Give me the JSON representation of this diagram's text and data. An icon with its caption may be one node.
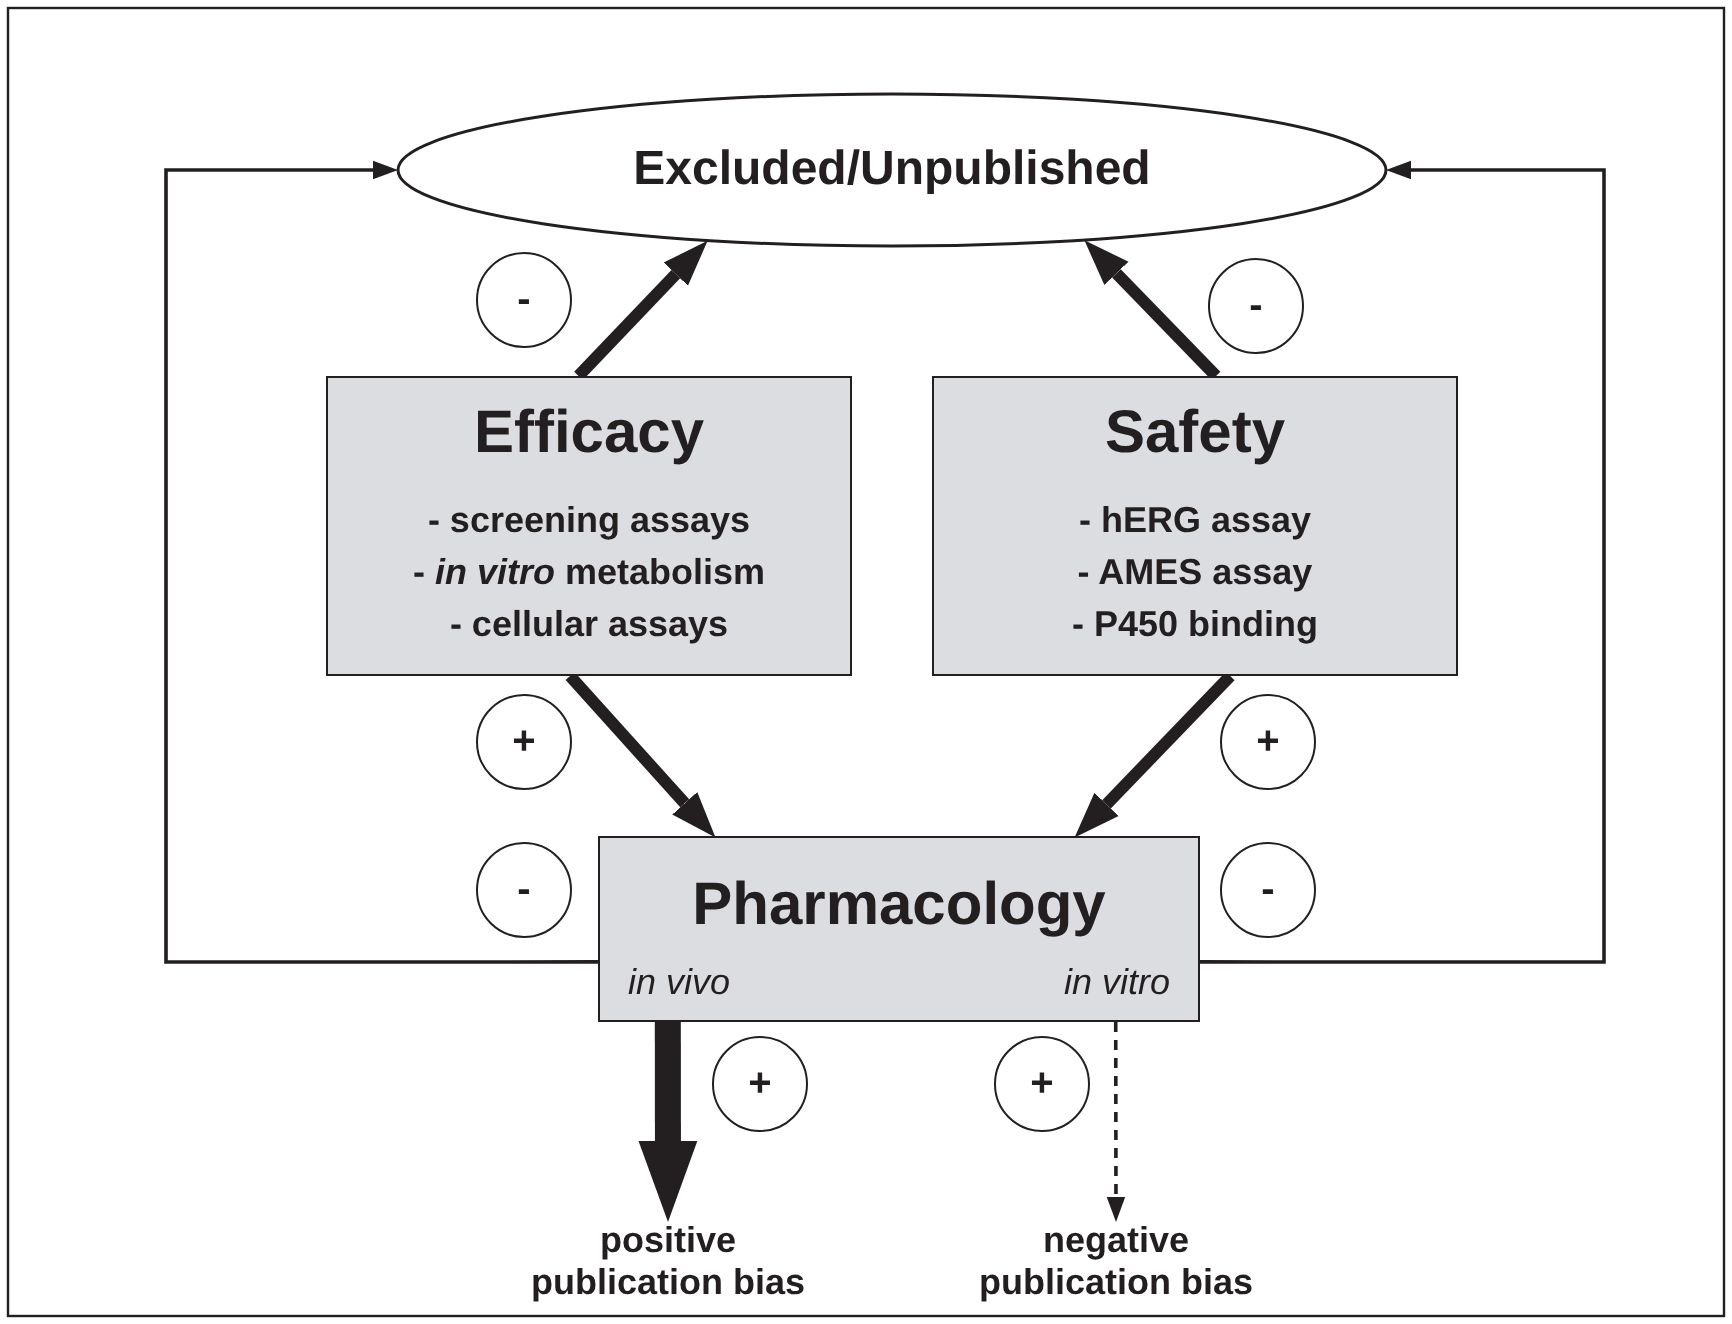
{
  "diagram": {
    "nodes": [
      {
        "text": [
          "Excluded/Unpublished"
        ]
      },
      {
        "text": [
          "-"
        ]
      },
      {
        "text": [
          "-"
        ]
      },
      {
        "text": [
          "Efficacy",
          "- screening assays",
          "- *in vitro* metabolism",
          "- cellular assays"
        ]
      },
      {
        "text": [
          "Safety",
          "- hERG assay",
          "- AMES assay",
          "- P450 binding"
        ]
      },
      {
        "text": [
          "+"
        ]
      },
      {
        "text": [
          "+"
        ]
      },
      {
        "text": [
          "-"
        ]
      },
      {
        "text": [
          "Pharmacology",
          "in vivo",
          "in vitro"
        ]
      },
      {
        "text": [
          "-"
        ]
      },
      {
        "text": [
          "+"
        ]
      },
      {
        "text": [
          "+"
        ]
      },
      {
        "text": [
          "positive publication bias"
        ]
      },
      {
        "text": [
          "negative publication bias"
        ]
      }
    ],
    "edges": [
      {
        "from": 3,
        "to": 0,
        "arrow": "to"
      },
      {
        "from": 4,
        "to": 0,
        "arrow": "to"
      },
      {
        "from": 3,
        "to": 8,
        "arrow": "to"
      },
      {
        "from": 4,
        "to": 8,
        "arrow": "to"
      },
      {
        "from": 8,
        "to": 0,
        "arrow": "to"
      },
      {
        "from": 8,
        "to": 0,
        "arrow": "to"
      },
      {
        "from": 8,
        "to": 12,
        "arrow": "to",
        "style": "thick"
      },
      {
        "from": 8,
        "to": 13,
        "arrow": "to",
        "style": "dashed"
      }
    ]
  }
}
